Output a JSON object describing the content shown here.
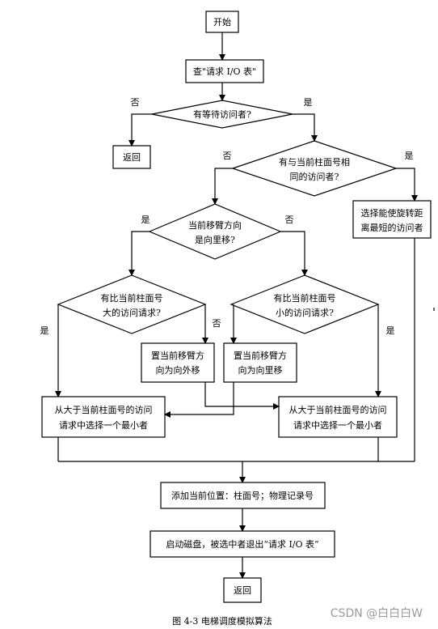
{
  "nodes": {
    "start": "开始",
    "query_io": "查\"请求 I/O 表\"",
    "has_waiting": "有等待访问者?",
    "return_top": "返回",
    "same_cyl_l1": "有与当前柱面号相",
    "same_cyl_l2": "同的访问者?",
    "rot_l1": "选择能使旋转距",
    "rot_l2": "离最短的访问者",
    "arm_dir_l1": "当前移臂方向",
    "arm_dir_l2": "是向里移?",
    "larger_l1": "有比当前柱面号",
    "larger_l2": "大的访问请求?",
    "smaller_l1": "有比当前柱面号",
    "smaller_l2": "小的访问请求?",
    "set_out_l1": "置当前移臂方",
    "set_out_l2": "向为向外移",
    "set_in_l1": "置当前移臂方",
    "set_in_l2": "向为向里移",
    "pick_left_l1": "从大于当前柱面号的访问",
    "pick_left_l2": "请求中选择一个最小者",
    "pick_right_l1": "从大于当前柱面号的访问",
    "pick_right_l2": "请求中选择一个最小者",
    "add_pos": "添加当前位置：柱面号；物理记录号",
    "start_disk": "启动磁盘，被选中者退出“请求 I/O 表”",
    "return_end": "返回"
  },
  "labels": {
    "no1": "否",
    "yes1": "是",
    "no2": "否",
    "yes2": "是",
    "yes3": "是",
    "no3": "否",
    "yes4": "是",
    "no4": "否",
    "yes5": "是"
  },
  "caption": "图 4-3  电梯调度模拟算法",
  "watermark": "CSDN @白白白W"
}
